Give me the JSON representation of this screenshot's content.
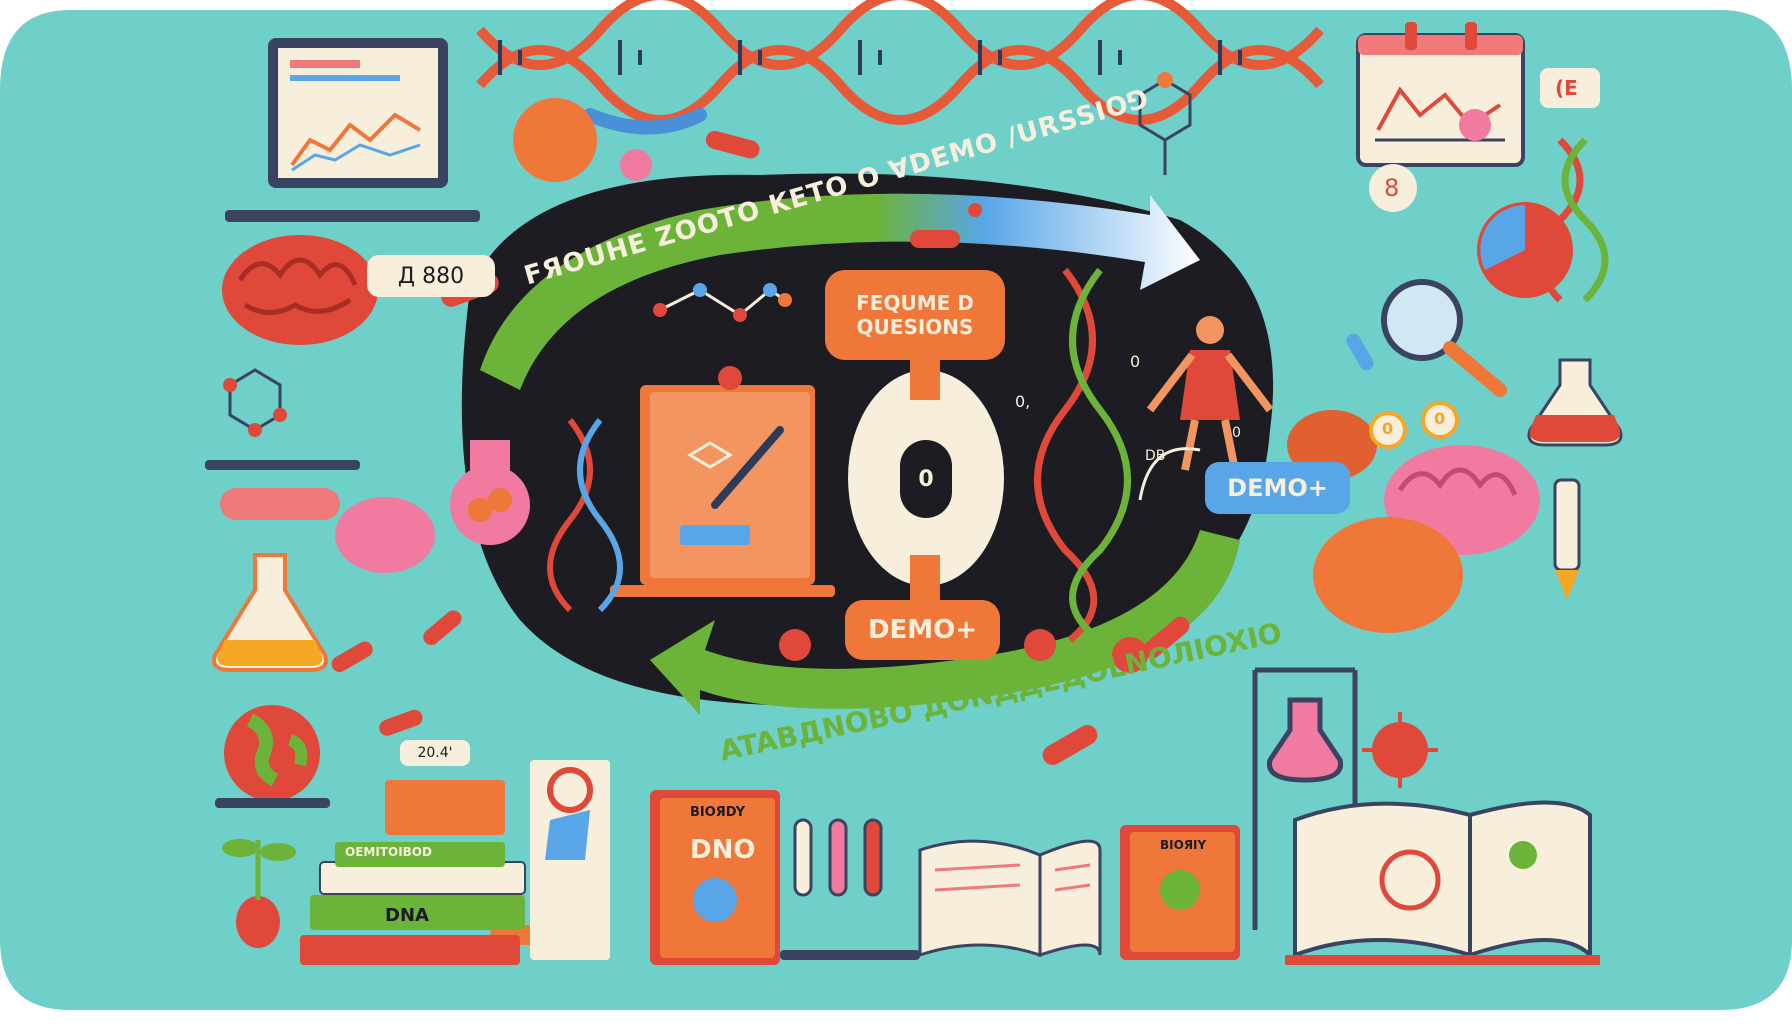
{
  "colors": {
    "background": "#6fcfc9",
    "dark_center": "#1c1c22",
    "orange": "#f0773a",
    "green": "#6cb33a",
    "blue": "#58a6e8",
    "red": "#e0483a",
    "pink": "#f07aa0",
    "cream": "#f7efdc"
  },
  "labels": {
    "top_arrow_text": "FЯOUHE ZOOTO KETO O ⱯDEMO /URSSIO⅁",
    "bottom_arrow_text": "ATABДNOBO ДONДДEДOLNOЛIOXIO",
    "center_box_title": "FEQUME D QUESIONS",
    "center_zero": "O",
    "center_zero_inner": "0",
    "center_demo": "DEMO+",
    "right_demo_pill": "DEMO+",
    "top_left_tag": "Д 880",
    "small_tag": "20.4'",
    "book_green_label": "DNA",
    "book_top_label": "OEMITOIBOD",
    "book_orange1_top": "BIOЯDY",
    "book_orange1_title": "DNO",
    "book_orange2_top": "BIOЯIY",
    "chart_label": "DB",
    "right_box_label": "(E",
    "right_number_8": "8",
    "right_ring_0a": "0",
    "right_ring_0b": "0",
    "small_0_a": "0",
    "small_0_b": "0,",
    "small_0_c": "0"
  },
  "icons": [
    "laptop-chart-icon",
    "dna-helix-icon",
    "molecule-icon",
    "brain-icon",
    "flask-icon",
    "globe-icon",
    "books-icon",
    "microscope-icon",
    "test-tube-icon",
    "magnifier-icon",
    "virus-icon",
    "calendar-chart-icon",
    "human-body-icon",
    "open-book-icon",
    "capsule-icon",
    "notebook-icon",
    "beaker-stand-icon",
    "thermometer-icon"
  ]
}
